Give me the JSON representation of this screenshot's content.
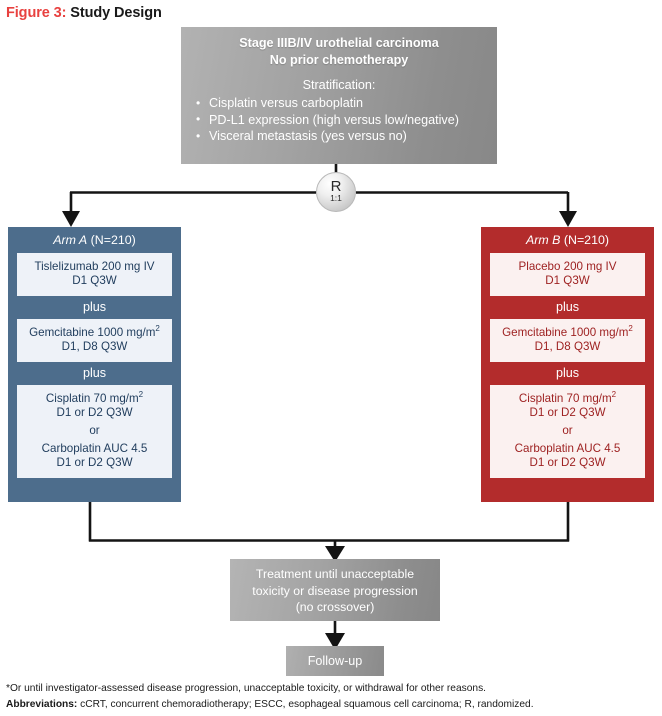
{
  "title": {
    "figure_label": "Figure 3:",
    "figure_name": "Study Design"
  },
  "population": {
    "heading_line1": "Stage IIIB/IV urothelial carcinoma",
    "heading_line2": "No prior chemotherapy",
    "stratification_label": "Stratification:",
    "stratification_factors": [
      "Cisplatin versus carboplatin",
      "PD-L1 expression (high versus low/negative)",
      "Visceral metastasis (yes versus no)"
    ]
  },
  "randomization": {
    "letter": "R",
    "ratio": "1:1"
  },
  "arms": [
    {
      "id": "arm-a",
      "name": "Arm A",
      "enrollment": "(N=210)",
      "color": "#4d6d8c",
      "box_color": "#eef2f8",
      "text_color": "#1f3c5c",
      "connector_label": "plus",
      "treatments": [
        {
          "drug_line1": "Tislelizumab 200 mg IV",
          "drug_line2": "D1 Q3W"
        },
        {
          "drug_line1": "Gemcitabine 1000 mg/m",
          "superscript": "2",
          "drug_line2": "D1, D8 Q3W"
        },
        {
          "drug_line1": "Cisplatin 70 mg/m",
          "superscript": "2",
          "drug_line2": "D1 or D2 Q3W",
          "alt_separator": "or",
          "alt_line1": "Carboplatin AUC 4.5",
          "alt_line2": "D1 or D2 Q3W"
        }
      ]
    },
    {
      "id": "arm-b",
      "name": "Arm B",
      "enrollment": "(N=210)",
      "color": "#b32c2c",
      "box_color": "#fbf1f0",
      "text_color": "#9e2222",
      "connector_label": "plus",
      "treatments": [
        {
          "drug_line1": "Placebo 200 mg IV",
          "drug_line2": "D1 Q3W"
        },
        {
          "drug_line1": "Gemcitabine 1000 mg/m",
          "superscript": "2",
          "drug_line2": "D1, D8 Q3W"
        },
        {
          "drug_line1": "Cisplatin 70 mg/m",
          "superscript": "2",
          "drug_line2": "D1 or D2 Q3W",
          "alt_separator": "or",
          "alt_line1": "Carboplatin AUC 4.5",
          "alt_line2": "D1 or D2 Q3W"
        }
      ]
    }
  ],
  "treatment_box": {
    "line1": "Treatment until unacceptable",
    "line2": "toxicity or disease progression",
    "line3": "(no crossover)"
  },
  "followup_box": {
    "label": "Follow-up"
  },
  "footnotes": {
    "asterisk_note": "*Or until investigator-assessed disease progression, unacceptable toxicity, or withdrawal for other reasons.",
    "abbreviations_label": "Abbreviations:",
    "abbreviations_text": "cCRT, concurrent chemoradiotherapy; ESCC, esophageal squamous cell carcinoma; R, randomized."
  }
}
